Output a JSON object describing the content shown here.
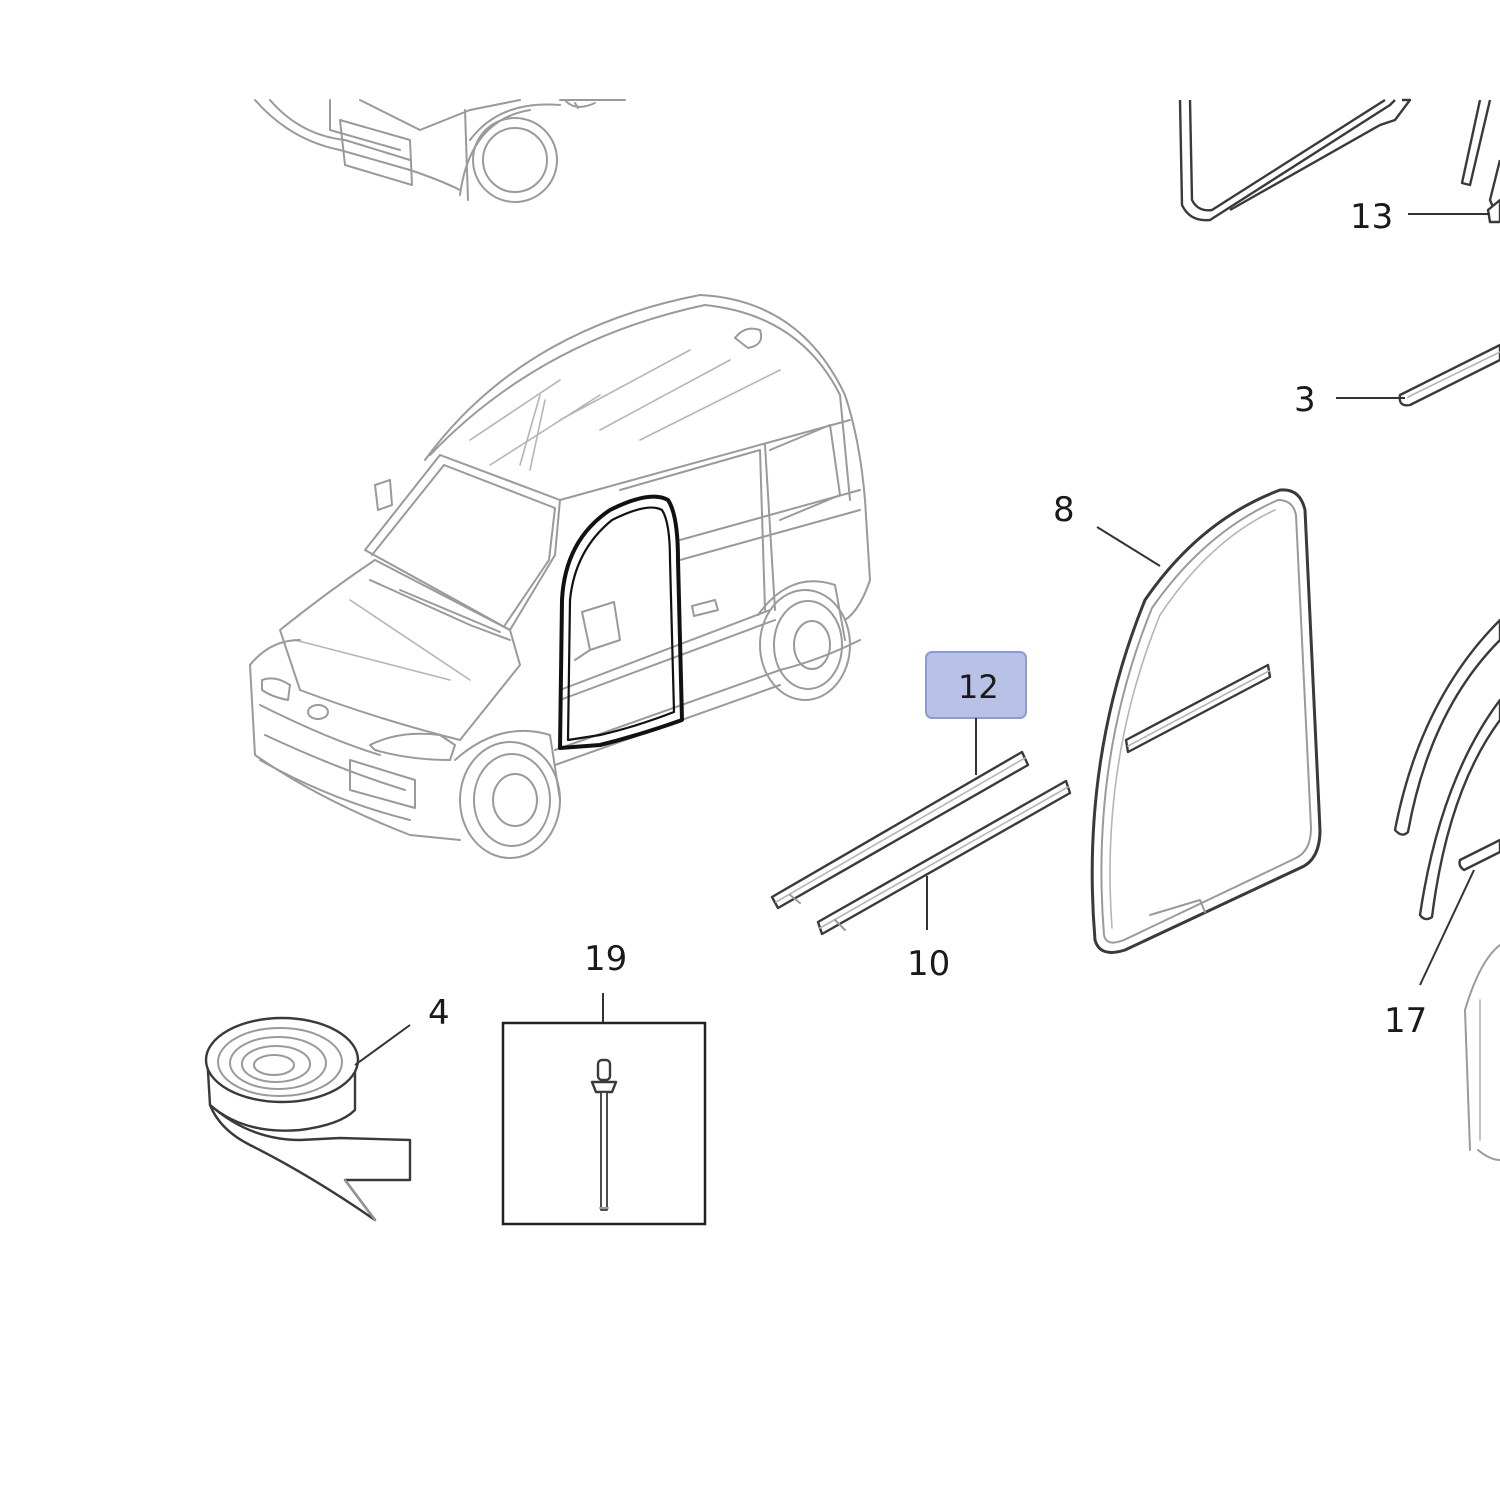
{
  "diagram": {
    "highlight_color": "#b8c2e6",
    "highlight_border": "#8d9ad3",
    "callouts": {
      "c13": "13",
      "c3": "3",
      "c8": "8",
      "c12": "12",
      "c10": "10",
      "c19": "19",
      "c4": "4",
      "c17": "17"
    }
  }
}
